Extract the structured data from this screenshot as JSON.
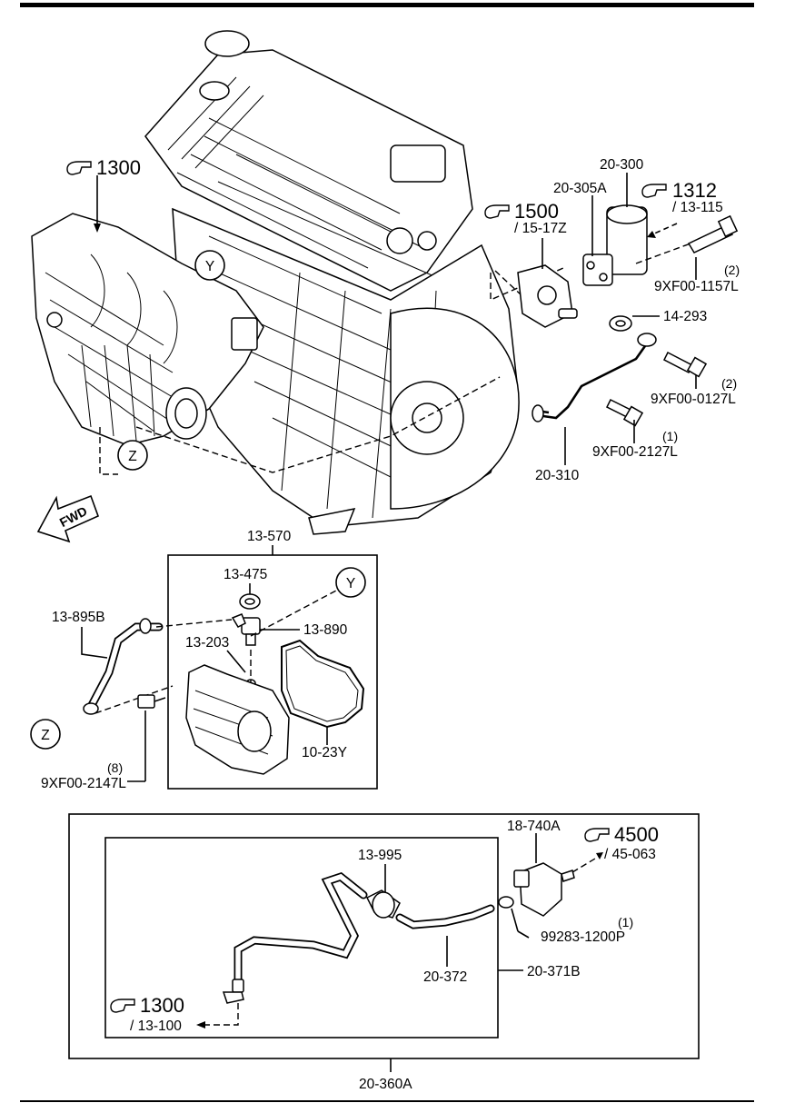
{
  "labels": {
    "ref_1300_top": "1300",
    "ref_1500": "1500",
    "ref_1500_sub": "/ 15-17Z",
    "ref_1312": "1312",
    "ref_1312_sub": "/ 13-115",
    "p_20_300": "20-300",
    "p_20_305a": "20-305A",
    "p_9xf00_1157l_qty": "(2)",
    "p_9xf00_1157l": "9XF00-1157L",
    "p_14_293": "14-293",
    "p_9xf00_0127l_qty": "(2)",
    "p_9xf00_0127l": "9XF00-0127L",
    "p_9xf00_2127l_qty": "(1)",
    "p_9xf00_2127l": "9XF00-2127L",
    "p_20_310": "20-310",
    "callout_y_engine": "Y",
    "callout_z_engine": "Z",
    "fwd": "FWD",
    "p_13_570": "13-570",
    "p_13_475": "13-475",
    "callout_y_box": "Y",
    "p_13_890": "13-890",
    "p_13_203": "13-203",
    "p_13_895b": "13-895B",
    "callout_z_box": "Z",
    "p_10_23y": "10-23Y",
    "p_9xf00_2147l_qty": "(8)",
    "p_9xf00_2147l": "9XF00-2147L",
    "p_18_740a": "18-740A",
    "ref_4500": "4500",
    "ref_4500_sub": "/ 45-063",
    "p_13_995": "13-995",
    "p_99283_qty": "(1)",
    "p_99283": "99283-1200P",
    "p_20_372": "20-372",
    "p_20_371b": "20-371B",
    "ref_1300_bottom": "1300",
    "ref_1300_bottom_sub": "/ 13-100",
    "p_20_360a": "20-360A"
  },
  "icons": {
    "reference_hand": "pointing-hand-icon",
    "forward_arrow": "fwd-arrow-icon"
  }
}
